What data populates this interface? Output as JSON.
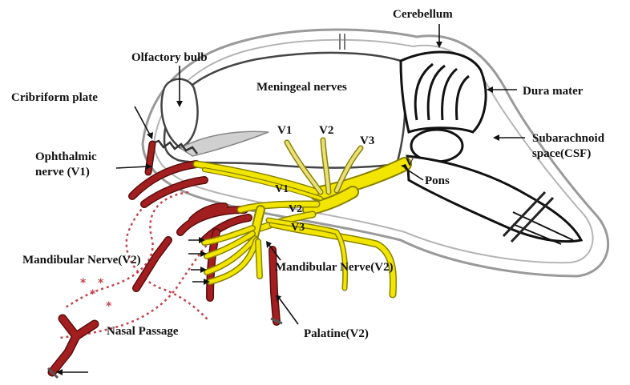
{
  "labels": {
    "cerebellum": "Cerebellum",
    "olfactory_bulb": "Olfactory bulb",
    "meningeal_nerves": "Meningeal nerves",
    "dura_mater": "Dura mater",
    "cribriform_plate": "Cribriform plate",
    "subarachnoid_line1": "Subarachnoid",
    "subarachnoid_line2": "space(CSF)",
    "ophthalmic_line1": "Ophthalmic",
    "ophthalmic_line2": "nerve (V1)",
    "pons": "Pons",
    "mandibular_left": "Mandibular Nerve(V2)",
    "mandibular_right": "Mandibular Nerve(V2)",
    "nasal_passage": "Nasal Passage",
    "palatine": "Palatine(V2)",
    "v1_top": "V1",
    "v2_top": "V2",
    "v3_top": "V3",
    "v_pons": "V",
    "v1_small": "V1",
    "v2_small": "V2",
    "v3_small": "V3",
    "stars": [
      "*",
      "*",
      "*",
      "*"
    ]
  },
  "colors": {
    "outline": "#111111",
    "skull": "#9a9a9a",
    "nerve_yellow": "#f2e600",
    "nerve_stroke": "#8a8200",
    "vessel_red": "#a31f1f",
    "vessel_stroke": "#5a0d0d",
    "dotted_red": "#c0474f",
    "tissue": "#d0d0d0"
  }
}
